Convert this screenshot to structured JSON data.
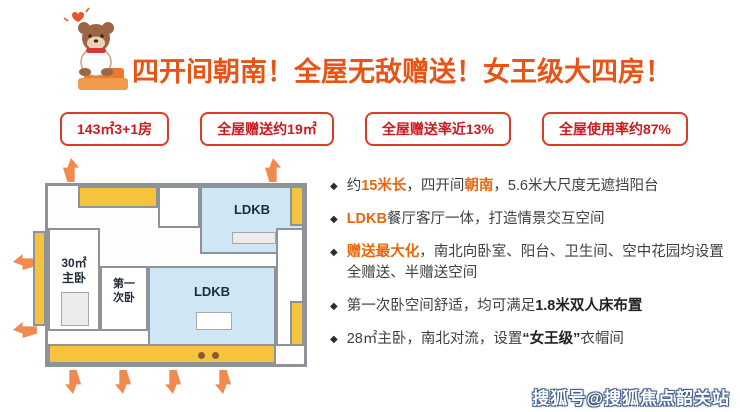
{
  "header": {
    "title": "四开间朝南！全屋无敌赠送！女王级大四房！"
  },
  "stats": [
    {
      "label": "143㎡3+1房"
    },
    {
      "label": "全屋赠送约19㎡"
    },
    {
      "label": "全屋赠送率近13%"
    },
    {
      "label": "全屋使用率约87%"
    }
  ],
  "icons": {
    "diamond": "◆"
  },
  "floorplan": {
    "rooms": {
      "master": "30㎡\n主卧",
      "second": "第一\n次卧",
      "ldkb_north": "LDKB",
      "ldkb_center": "LDKB"
    }
  },
  "features": [
    {
      "segments": [
        {
          "text": "约"
        },
        {
          "text": "15米长"
        },
        {
          "text": "，四开间"
        },
        {
          "text": "朝南"
        },
        {
          "text": "，5.6米大尺度无遮挡阳台"
        }
      ]
    },
    {
      "segments": [
        {
          "text": "LDKB"
        },
        {
          "text": "餐厅客厅一体，打造情景交互空间"
        }
      ]
    },
    {
      "segments": [
        {
          "text": "赠送最大化"
        },
        {
          "text": "，南北向卧室、阳台、卫生间、空中花园均设置全赠送、半赠送空间"
        }
      ]
    },
    {
      "segments": [
        {
          "text": "第一次卧空间舒适，均可满足"
        },
        {
          "text": "1.8米双人床布置"
        }
      ]
    },
    {
      "segments": [
        {
          "text": "28㎡主卧，南北对流，设置"
        },
        {
          "text": "“女王级”"
        },
        {
          "text": "衣帽间"
        }
      ]
    }
  ],
  "watermark": {
    "text": "搜狐号@搜狐焦点韶关站"
  },
  "colors": {
    "title_orange": "#e75415",
    "accent_orange": "#e8670e",
    "stat_red": "#cb1b21",
    "balcony_yellow": "#f6c33c",
    "room_blue": "#cfe7f4",
    "arrow_orange": "#f08a4e"
  }
}
